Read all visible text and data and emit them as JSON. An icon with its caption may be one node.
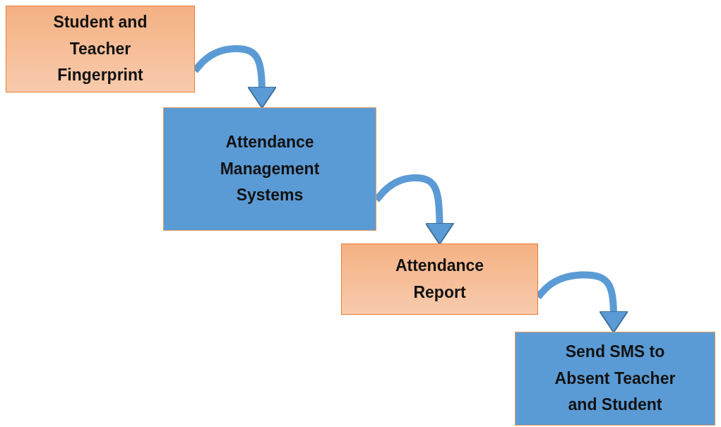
{
  "diagram": {
    "nodes": [
      {
        "text": [
          "Student and Teacher Fingerprint"
        ]
      },
      {
        "text": [
          "Attendance Management Systems"
        ]
      },
      {
        "text": [
          "Attendance Report"
        ]
      },
      {
        "text": [
          "Send SMS to Absent Teacher and Student"
        ]
      }
    ],
    "edges": [
      {
        "from": 0,
        "to": 1,
        "arrow": "to"
      },
      {
        "from": 1,
        "to": 2,
        "arrow": "to"
      },
      {
        "from": 2,
        "to": 3,
        "arrow": "to"
      }
    ]
  }
}
